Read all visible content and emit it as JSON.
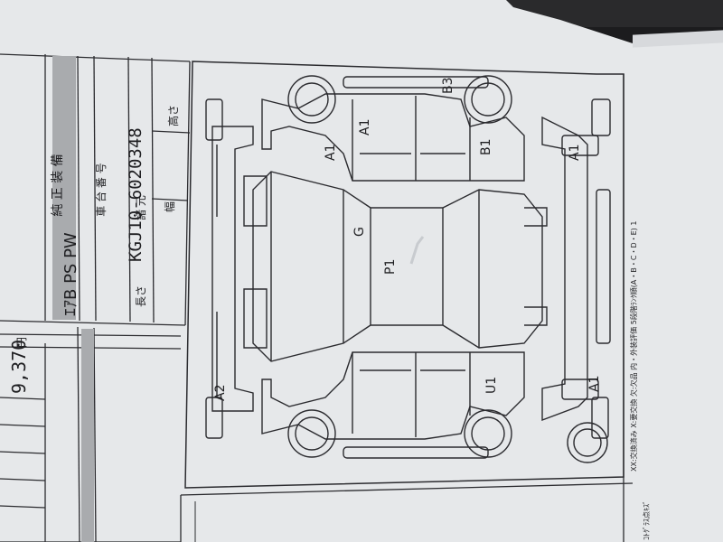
{
  "spec": {
    "equipment_header": "純 正 装 備",
    "equipment_values": "ｴｱB  PS  PW",
    "chassis_header": "車 台 番 号",
    "chassis_number": "KGJ10-6020348",
    "dims_header": "諸 元",
    "length_label": "長さ",
    "width_label": "幅",
    "height_label": "高さ"
  },
  "price": {
    "amount": "9,370",
    "unit": "円"
  },
  "diagram": {
    "marks": {
      "front_left_corner": "A1",
      "front_left_fender": "A1",
      "front_left_door_top": "B3",
      "front_left_door": "B1",
      "front_left_bumper": "A1",
      "hood": "G",
      "roof": "P1",
      "rear_right_quarter": "A2",
      "rear_right_door": "U1",
      "rear_right_bumper": "A1"
    }
  },
  "legend": {
    "text": "XX:交換済み  X:要交換  欠:欠品  内・外装評価  5段階ﾗﾝｸ順(A・B・C・D・E)  1",
    "bottom_fragment": "ｺﾄｸﾞﾗｽ点ｷｽﾞ"
  }
}
